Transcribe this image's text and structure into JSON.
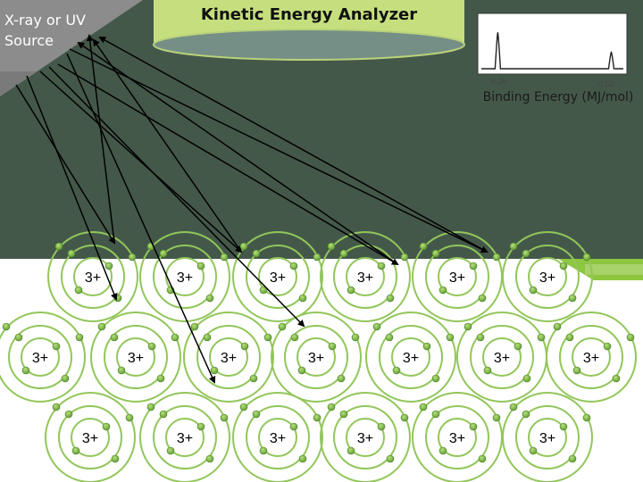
{
  "source": {
    "label": "X-ray or UV\nSource"
  },
  "analyzer": {
    "label": "Kinetic Energy Analyzer"
  },
  "spectrum": {
    "axis_label": "Binding Energy (MJ/mol)",
    "tick_labels": [
      "6.26",
      "0.52"
    ],
    "peaks": [
      {
        "x": 6.26,
        "height": 0.75
      },
      {
        "x": 0.52,
        "height": 0.35
      }
    ]
  },
  "nucleus_label": "3+",
  "colors": {
    "chalkboard": "#44584a",
    "source_triangle": "#8c8c8c",
    "analyzer_fill": "#c6df7e",
    "analyzer_ellipse": "#758f86",
    "green_stripe": "#8dc63f",
    "orbit": "#92c65a",
    "electron": "#6fb03d",
    "nucleus_text": "#000000",
    "arrow": "#000000"
  }
}
